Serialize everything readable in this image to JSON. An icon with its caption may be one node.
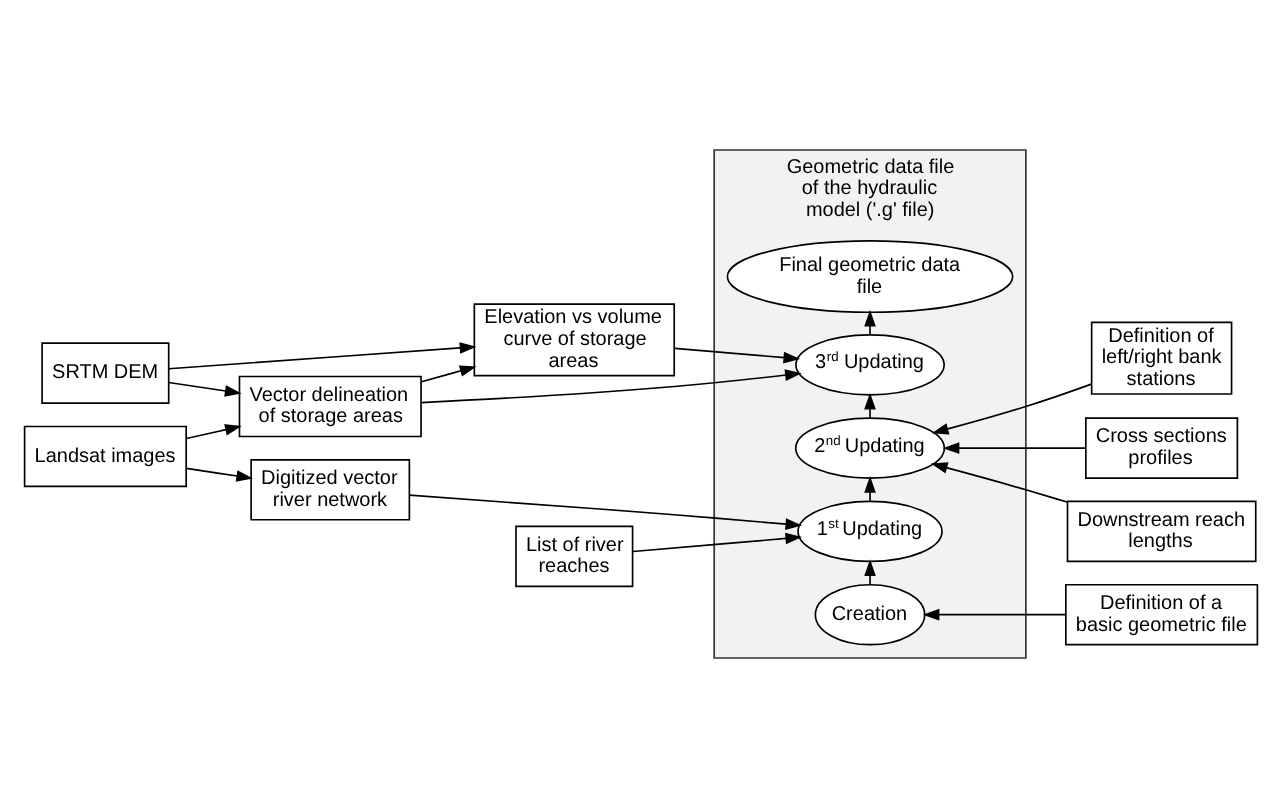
{
  "diagram": {
    "nodes": [
      {
        "text": [
          "Geometric data file of the hydraulic model ('.g' file)"
        ]
      },
      {
        "text": [
          "Creation"
        ],
        "in": 0
      },
      {
        "text": [
          "1$^{st}$ Updating"
        ],
        "in": 0
      },
      {
        "text": [
          "2$^{nd}$ Updating"
        ],
        "in": 0
      },
      {
        "text": [
          "3$^{rd}$ Updating"
        ],
        "in": 0
      },
      {
        "text": [
          "Final geometric data file"
        ],
        "in": 0
      },
      {
        "text": [
          "Definition of a basic geometric file"
        ]
      },
      {
        "text": [
          "Landsat images"
        ]
      },
      {
        "text": [
          "Digitized vector river network"
        ]
      },
      {
        "text": [
          "List of river reaches"
        ]
      },
      {
        "text": [
          "SRTM DEM"
        ]
      },
      {
        "text": [
          "Vector delineation of storage areas"
        ]
      },
      {
        "text": [
          "Elevation vs volume curve of storage areas"
        ]
      },
      {
        "text": [
          "Cross sections profiles"
        ]
      },
      {
        "text": [
          "Downstream reach lengths"
        ]
      },
      {
        "text": [
          "Definition of left/right bank stations"
        ]
      }
    ],
    "edges": [
      {
        "from": 1,
        "to": 2,
        "arrow": "to"
      },
      {
        "from": 2,
        "to": 3,
        "arrow": "to"
      },
      {
        "from": 3,
        "to": 4,
        "arrow": "to"
      },
      {
        "from": 4,
        "to": 5,
        "arrow": "to"
      },
      {
        "from": 6,
        "to": 1,
        "arrow": "to"
      },
      {
        "from": 7,
        "to": 8,
        "arrow": "to"
      },
      {
        "from": 7,
        "to": 11,
        "arrow": "to"
      },
      {
        "from": 10,
        "to": 11,
        "arrow": "to"
      },
      {
        "from": 10,
        "to": 12,
        "arrow": "to"
      },
      {
        "from": 11,
        "to": 12,
        "arrow": "to"
      },
      {
        "from": 8,
        "to": 2,
        "arrow": "to"
      },
      {
        "from": 9,
        "to": 2,
        "arrow": "to"
      },
      {
        "from": 11,
        "to": 4,
        "arrow": "to"
      },
      {
        "from": 12,
        "to": 4,
        "arrow": "to"
      },
      {
        "from": 13,
        "to": 3,
        "arrow": "to"
      },
      {
        "from": 14,
        "to": 3,
        "arrow": "to"
      },
      {
        "from": 15,
        "to": 3,
        "arrow": "to"
      }
    ]
  }
}
